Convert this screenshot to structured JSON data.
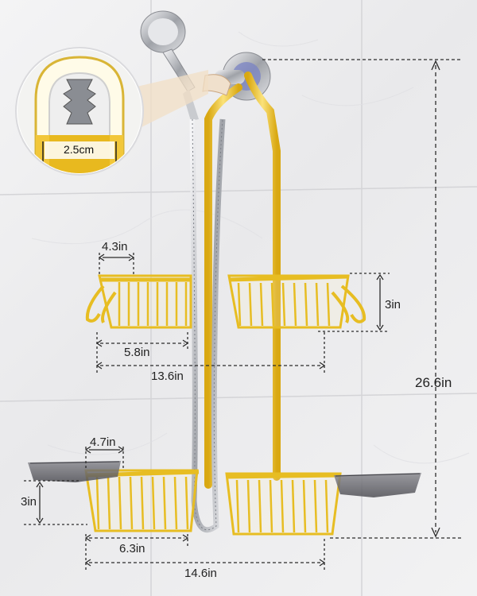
{
  "product": {
    "frame_color": "#F0C832",
    "tray_color": "#6E6E73",
    "hose_color": "#B8B8BE"
  },
  "detail_inset": {
    "width_label": "2.5cm"
  },
  "dimensions": {
    "total_height": "26.6in",
    "upper_basket_depth": "4.3in",
    "upper_basket_width": "5.8in",
    "upper_basket_height": "3in",
    "upper_total_width": "13.6in",
    "lower_basket_depth": "4.7in",
    "lower_basket_height": "3in",
    "lower_basket_width": "6.3in",
    "lower_total_width": "14.6in"
  }
}
